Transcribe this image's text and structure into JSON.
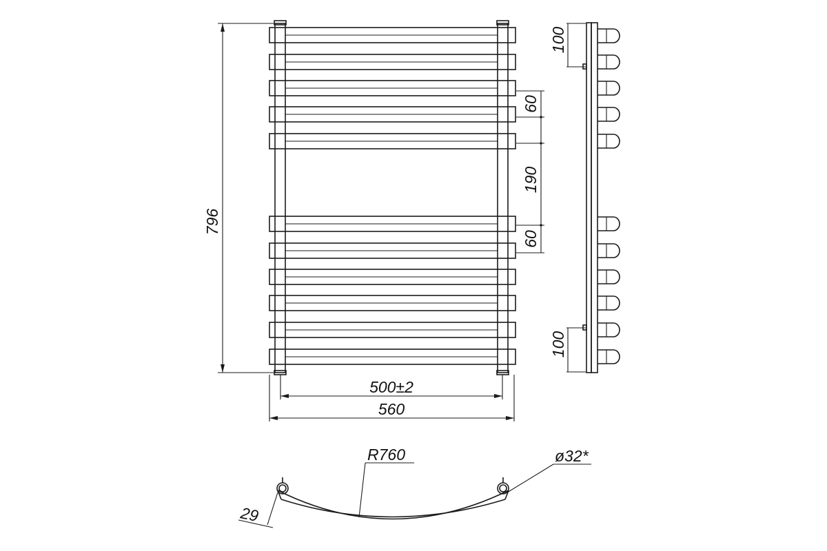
{
  "dimensions": {
    "overall_height": "796",
    "bar_gap_top": "60",
    "middle_gap": "190",
    "bar_gap_bottom": "60",
    "center_distance": "500±2",
    "overall_width": "560",
    "side_top_offset": "100",
    "side_bottom_offset": "100",
    "radius": "R760",
    "pipe_diameter": "ø32*",
    "depth": "29"
  }
}
